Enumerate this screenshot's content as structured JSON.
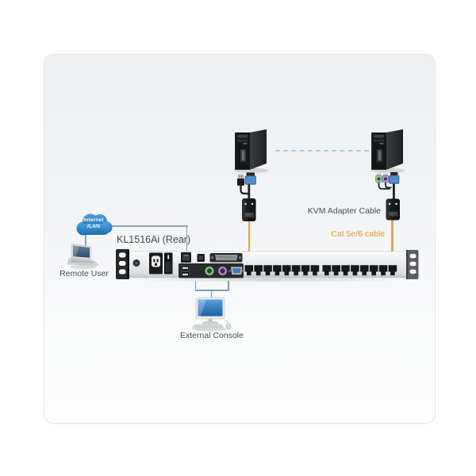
{
  "labels": {
    "device_title": "KL1516Ai (Rear)",
    "kvm_adapter_cable": "KVM Adapter Cable",
    "cat_cable": "Cat 5e/6 cable",
    "remote_user": "Remote User",
    "external_console": "External Console"
  },
  "cloud": {
    "line1": "Internet",
    "line2": "/LAN"
  },
  "device": {
    "model": "KL1516Ai",
    "view": "Rear",
    "kvm_port_groups": [
      8,
      8
    ]
  },
  "colors": {
    "cat_cable": "#F2A044",
    "cat_cable_label": "#F7941D",
    "cloud_blue": "#2F86C6",
    "connector_line": "#87A3BD",
    "dashed_link": "#A9CBE7",
    "label_text": "#4B4C4E",
    "vga_blue": "#3D7CC0",
    "ps2_green": "#8CC98C",
    "ps2_purple": "#B493CB"
  }
}
